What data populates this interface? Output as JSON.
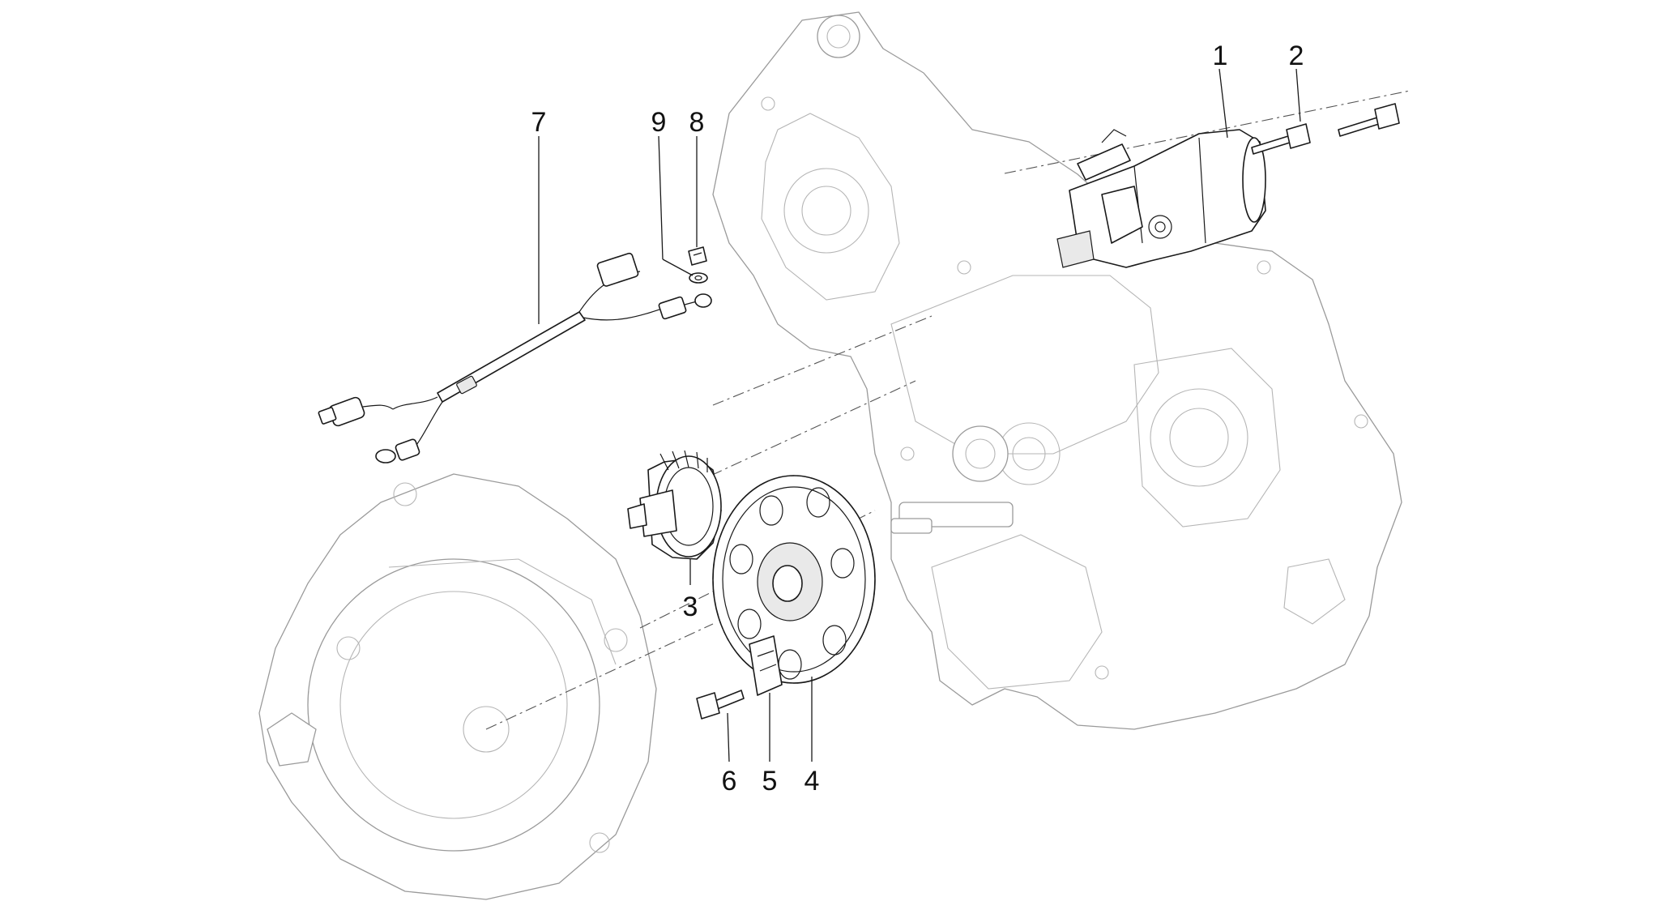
{
  "diagram": {
    "callouts": [
      {
        "id": "1",
        "label": "1"
      },
      {
        "id": "2",
        "label": "2"
      },
      {
        "id": "3",
        "label": "3"
      },
      {
        "id": "4",
        "label": "4"
      },
      {
        "id": "5",
        "label": "5"
      },
      {
        "id": "6",
        "label": "6"
      },
      {
        "id": "7",
        "label": "7"
      },
      {
        "id": "8",
        "label": "8"
      },
      {
        "id": "9",
        "label": "9"
      }
    ],
    "colors": {
      "line": "#1a1a1a",
      "ghost": "#9a9a9a",
      "background": "#ffffff"
    }
  }
}
